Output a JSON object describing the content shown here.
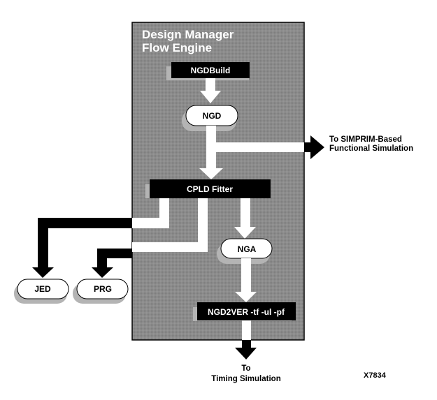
{
  "panel": {
    "title_line1": "Design Manager",
    "title_line2": "Flow Engine"
  },
  "nodes": {
    "ngdbuild": "NGDBuild",
    "ngd": "NGD",
    "cpld_fitter": "CPLD Fitter",
    "nga": "NGA",
    "ngd2ver": "NGD2VER -tf -ul -pf",
    "jed": "JED",
    "prg": "PRG"
  },
  "outputs": {
    "simprim_line1": "To SIMPRIM-Based",
    "simprim_line2": "Functional Simulation",
    "timing_line1": "To",
    "timing_line2": "Timing Simulation"
  },
  "figure_id": "X7834",
  "colors": {
    "panel_gray": "#8a8a8a",
    "shadow_gray": "#b4b4b4",
    "process_box": "#000000",
    "arrow_inside": "#ffffff",
    "arrow_outside": "#000000"
  }
}
